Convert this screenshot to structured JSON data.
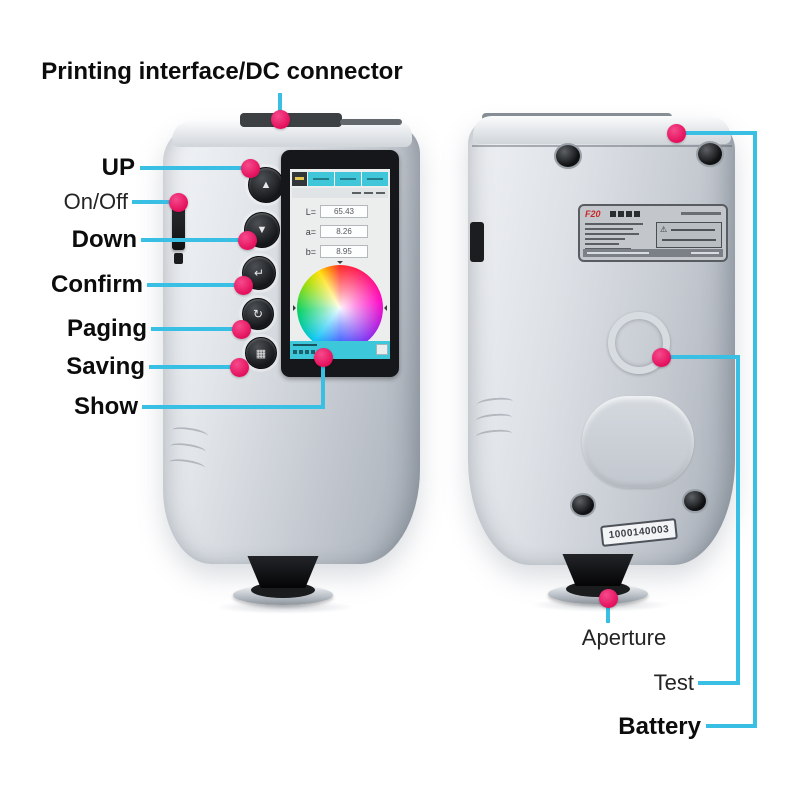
{
  "colors": {
    "annotation_line": "#38bfe3",
    "annotation_dot": "#e30e5b",
    "label_text": "#0c0c0c",
    "screen_accent": "#3fc6d9",
    "device_body": "#cfd4da"
  },
  "annotations": {
    "printing_interface": "Printing interface/DC connector",
    "up": "UP",
    "on_off": "On/Off",
    "down": "Down",
    "confirm": "Confirm",
    "paging": "Paging",
    "saving": "Saving",
    "show": "Show",
    "aperture": "Aperture",
    "test": "Test",
    "battery": "Battery"
  },
  "front_device": {
    "buttons": [
      {
        "name": "up-button",
        "glyph": "▲"
      },
      {
        "name": "down-button",
        "glyph": "▼"
      },
      {
        "name": "confirm-button",
        "glyph": "↵"
      },
      {
        "name": "paging-button",
        "glyph": "↻"
      },
      {
        "name": "saving-button",
        "glyph": "▦"
      }
    ],
    "screen": {
      "readings": [
        {
          "label": "L=",
          "value": "65.43"
        },
        {
          "label": "a=",
          "value": "8.26"
        },
        {
          "label": "b=",
          "value": "8.95"
        }
      ]
    }
  },
  "back_device": {
    "nameplate_logo": "F20",
    "warning_icon": "⚠",
    "serial_number": "1000140003"
  }
}
